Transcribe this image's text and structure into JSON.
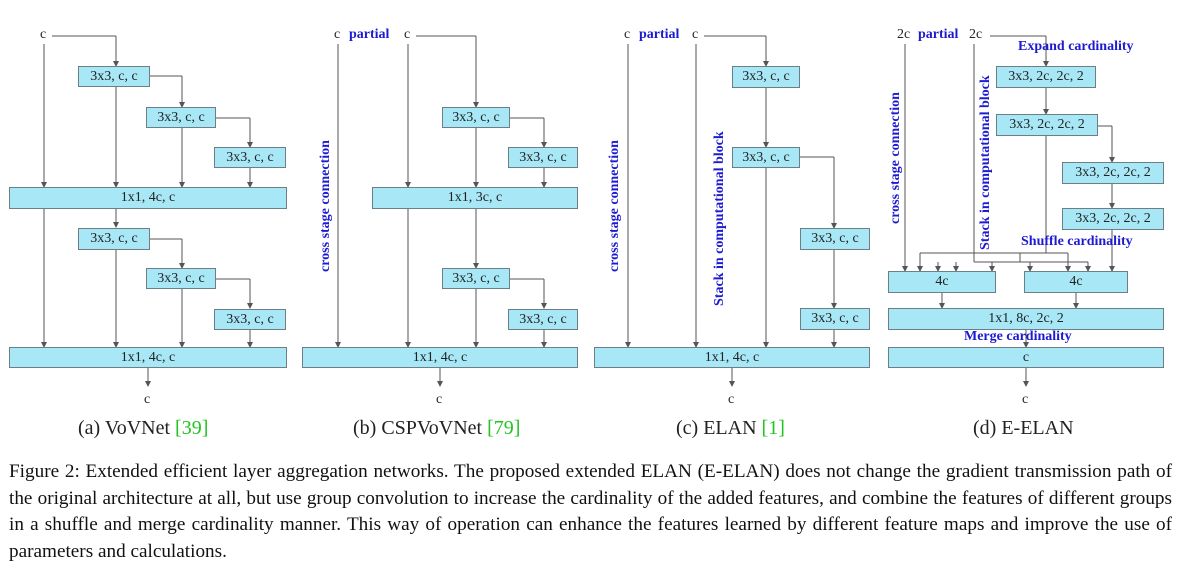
{
  "panels": {
    "a": {
      "input": "c",
      "blocks": [
        "3x3, c, c",
        "3x3, c, c",
        "3x3, c, c",
        "1x1, 4c, c",
        "3x3, c, c",
        "3x3, c, c",
        "3x3, c, c",
        "1x1, 4c, c"
      ],
      "output": "c",
      "label": "(a) VoVNet",
      "ref": "[39]"
    },
    "b": {
      "input_left": "c",
      "partial": "partial",
      "input_right": "c",
      "side_label": "cross stage connection",
      "blocks": [
        "3x3, c, c",
        "3x3, c, c",
        "1x1, 3c, c",
        "3x3, c, c",
        "3x3, c, c",
        "1x1, 4c, c"
      ],
      "output": "c",
      "label": "(b) CSPVoVNet",
      "ref": "[79]"
    },
    "c": {
      "input_left": "c",
      "partial": "partial",
      "input_right": "c",
      "side_label_1": "cross stage connection",
      "side_label_2": "Stack in computational block",
      "blocks": [
        "3x3, c, c",
        "3x3, c, c",
        "3x3, c, c",
        "3x3, c, c",
        "1x1, 4c, c"
      ],
      "output": "c",
      "label": "(c) ELAN",
      "ref": "[1]"
    },
    "d": {
      "input_left": "2c",
      "partial": "partial",
      "input_right": "2c",
      "side_label_1": "cross stage connection",
      "side_label_2": "Stack in computational block",
      "expand": "Expand cardinality",
      "shuffle": "Shuffle cardinality",
      "merge": "Merge cardinality",
      "blocks": [
        "3x3, 2c, 2c, 2",
        "3x3, 2c, 2c, 2",
        "3x3, 2c, 2c, 2",
        "3x3, 2c, 2c, 2",
        "4c",
        "4c",
        "1x1, 8c, 2c, 2",
        "c"
      ],
      "output": "c",
      "label": "(d) E-ELAN"
    }
  },
  "caption": "Figure 2: Extended efficient layer aggregation networks. The proposed extended ELAN (E-ELAN) does not change the gradient transmission path of the original architecture at all, but use group convolution to increase the cardinality of the added features, and combine the features of different groups in a shuffle and merge cardinality manner. This way of operation can enhance the features learned by different feature maps and improve the use of parameters and calculations."
}
